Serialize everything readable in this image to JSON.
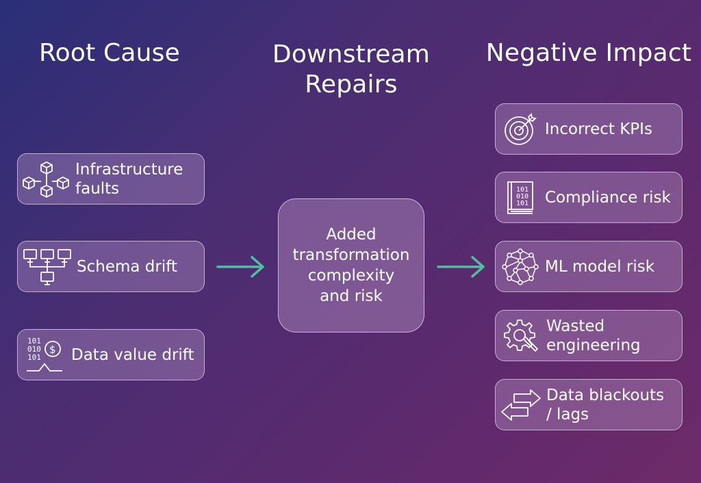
{
  "columns": {
    "root_cause": {
      "heading": "Root Cause"
    },
    "downstream": {
      "heading": "Downstream\nRepairs"
    },
    "impact": {
      "heading": "Negative Impact"
    }
  },
  "root_causes": [
    {
      "label": "Infrastructure\nfaults",
      "icon": "cubes-network-icon"
    },
    {
      "label": "Schema drift",
      "icon": "monitors-network-icon"
    },
    {
      "label": "Data value drift",
      "icon": "binary-coin-icon"
    }
  ],
  "center": {
    "label": "Added\ntransformation\ncomplexity\nand risk"
  },
  "impacts": [
    {
      "label": "Incorrect KPIs",
      "icon": "target-icon"
    },
    {
      "label": "Compliance risk",
      "icon": "binary-book-icon"
    },
    {
      "label": "ML model risk",
      "icon": "neural-network-icon"
    },
    {
      "label": "Wasted\nengineering",
      "icon": "gear-wrench-icon"
    },
    {
      "label": "Data blackouts\n/ lags",
      "icon": "bidirectional-arrows-icon"
    }
  ],
  "colors": {
    "arrow": "#4fbf9f",
    "card_fill": "rgba(185,150,200,0.38)",
    "card_border": "#e1cdeb",
    "text": "#ffffff"
  }
}
